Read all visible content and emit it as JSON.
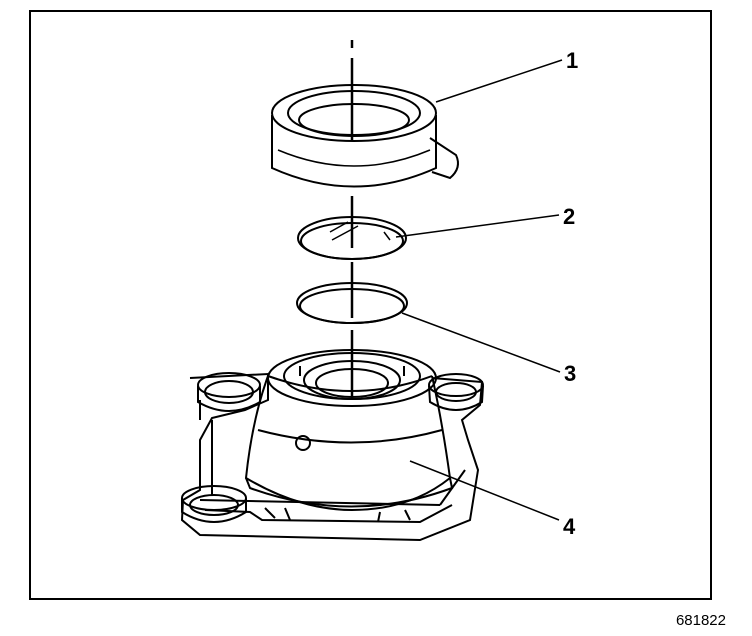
{
  "diagram": {
    "callouts": [
      {
        "id": "1",
        "label": "1"
      },
      {
        "id": "2",
        "label": "2"
      },
      {
        "id": "3",
        "label": "3"
      },
      {
        "id": "4",
        "label": "4"
      }
    ],
    "figure_number": "681822",
    "colors": {
      "line": "#000000",
      "background": "#ffffff"
    }
  }
}
